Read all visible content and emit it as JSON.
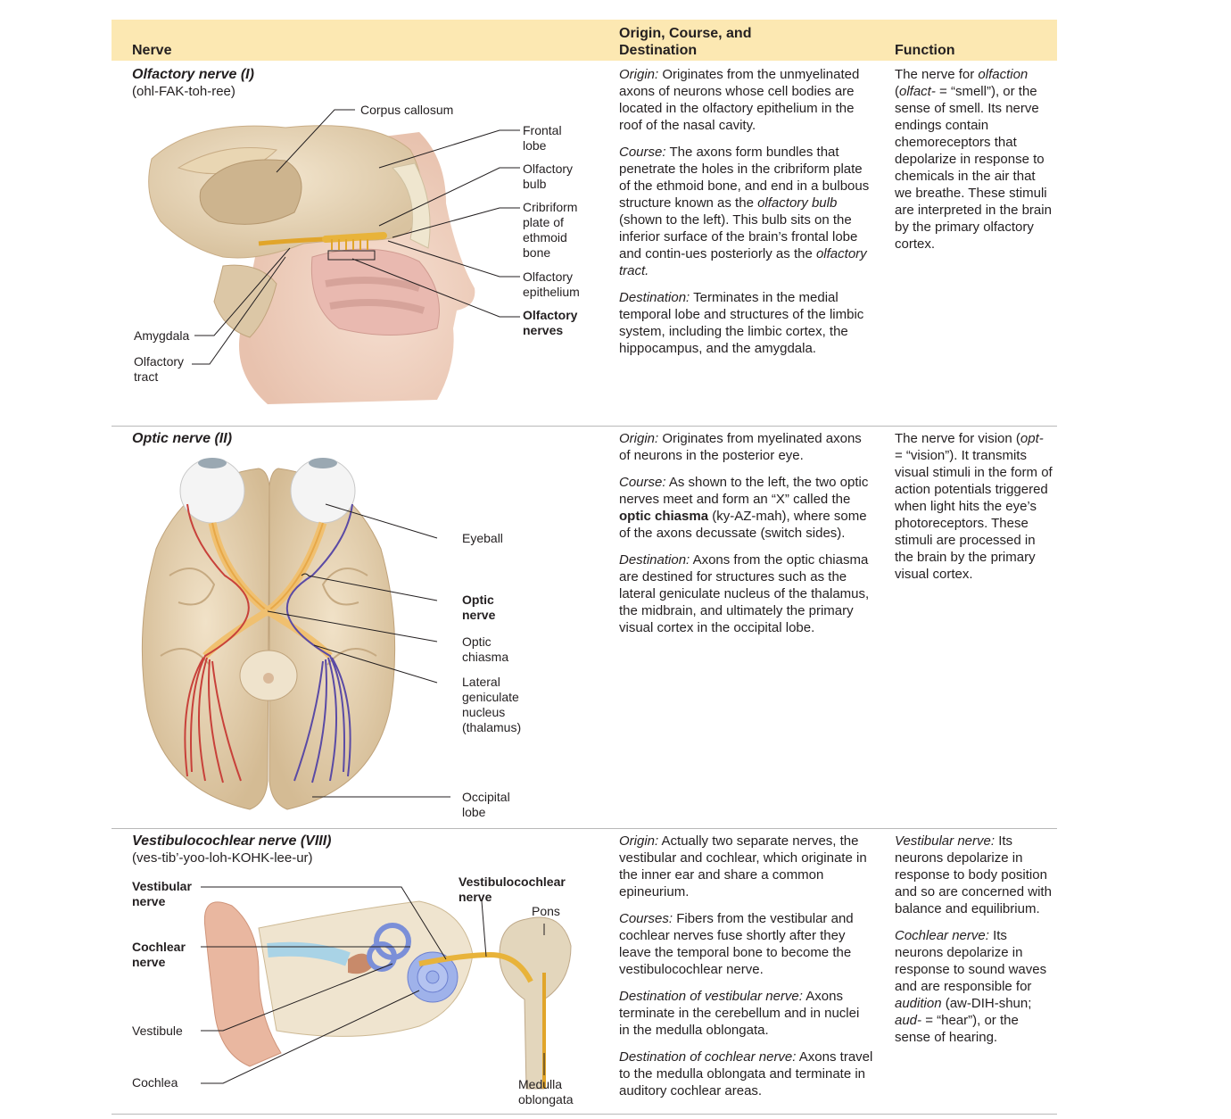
{
  "header": {
    "col_nerve": "Nerve",
    "col_origin": "Origin, Course, and Destination",
    "col_function": "Function"
  },
  "olfactory": {
    "name": "Olfactory nerve (I)",
    "pronunciation": "(ohl-FAK-toh-ree)",
    "labels": {
      "corpus_callosum": "Corpus callosum",
      "frontal_lobe": "Frontal lobe",
      "olfactory_bulb": "Olfactory bulb",
      "cribriform": "Cribriform plate of ethmoid bone",
      "olfactory_epithelium": "Olfactory epithelium",
      "olfactory_nerves": "Olfactory nerves",
      "amygdala": "Amygdala",
      "olfactory_tract": "Olfactory tract"
    },
    "origin_label": "Origin:",
    "origin_text": "Originates from the unmyelinated axons of neurons whose cell bodies are located in the olfactory epithelium in the roof of the nasal cavity.",
    "course_label": "Course:",
    "course_text_1": "The axons form bundles that penetrate the holes in the cribriform plate of the ethmoid bone, and end in a bulbous structure known as the",
    "course_term_1": "olfactory bulb",
    "course_text_2": "(shown to the left). This bulb sits on the inferior surface of the brain’s frontal lobe and contin-ues posteriorly as the",
    "course_term_2": "olfactory tract.",
    "destination_label": "Destination:",
    "destination_text": "Terminates in the medial temporal lobe and structures of the limbic system, including the limbic cortex, the hippocampus, and the amygdala.",
    "function_1": "The nerve for",
    "function_term_1": "olfaction",
    "function_2": "(",
    "function_term_2": "olfact-",
    "function_3": " = “smell”), or the sense of smell. Its nerve endings contain chemoreceptors that depolarize in response to chemicals in the air that we breathe. These stimuli are interpreted in the brain by the primary olfactory cortex."
  },
  "optic": {
    "name": "Optic nerve (II)",
    "labels": {
      "eyeball": "Eyeball",
      "optic_nerve": "Optic nerve",
      "optic_chiasma": "Optic chiasma",
      "lgn": "Lateral geniculate nucleus (thalamus)",
      "occipital_lobe": "Occipital lobe"
    },
    "origin_label": "Origin:",
    "origin_text": "Originates from myelinated axons of neurons in the posterior eye.",
    "course_label": "Course:",
    "course_text_1": "As shown to the left, the two optic nerves meet and form an “X” called the",
    "course_term": "optic chiasma",
    "course_text_2": "(ky-AZ-mah), where some of the axons decussate (switch sides).",
    "destination_label": "Destination:",
    "destination_text": "Axons from the optic chiasma are destined for structures such as the lateral geniculate nucleus of the thalamus, the midbrain, and ultimately the primary visual cortex in the occipital lobe.",
    "function_1": "The nerve for vision (",
    "function_term": "opt-",
    "function_2": " = “vision”). It transmits visual stimuli in the form of action potentials triggered when light hits the eye’s photoreceptors. These stimuli are processed in the brain by the primary visual cortex."
  },
  "vestibulocochlear": {
    "name": "Vestibulocochlear nerve (VIII)",
    "pronunciation": "(ves-tib’-yoo-loh-KOHK-lee-ur)",
    "labels": {
      "vestibular_nerve": "Vestibular nerve",
      "vc_nerve": "Vestibulocochlear nerve",
      "pons": "Pons",
      "cochlear_nerve": "Cochlear nerve",
      "vestibule": "Vestibule",
      "cochlea": "Cochlea",
      "medulla": "Medulla oblongata"
    },
    "origin_label": "Origin:",
    "origin_text": "Actually two separate nerves, the vestibular and cochlear, which originate in the inner ear and share a common epineurium.",
    "courses_label": "Courses:",
    "courses_text": "Fibers from the vestibular and cochlear nerves fuse shortly after they leave the temporal bone to become the vestibulocochlear nerve.",
    "dest_vest_label": "Destination of vestibular nerve:",
    "dest_vest_text": "Axons terminate in the cerebellum and in nuclei in the medulla oblongata.",
    "dest_coch_label": "Destination of cochlear nerve:",
    "dest_coch_text": "Axons travel to the medulla oblongata and terminate in auditory cochlear areas.",
    "func_vest_label": "Vestibular nerve:",
    "func_vest_text": "Its neurons depolarize in response to body position and so are concerned with balance and equilibrium.",
    "func_coch_label": "Cochlear nerve:",
    "func_coch_text_1": "Its neurons depolarize in response to sound waves and are responsible for",
    "func_coch_term_1": "audition",
    "func_coch_text_2": "(aw-DIH-shun;",
    "func_coch_term_2": "aud-",
    "func_coch_text_3": " = “hear”), or the sense of hearing."
  }
}
